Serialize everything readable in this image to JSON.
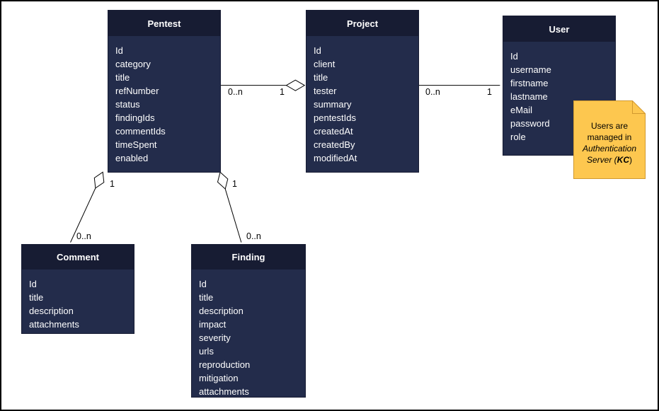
{
  "diagram": {
    "type": "entity-relationship-diagram",
    "colors": {
      "entity_header_bg": "#171c33",
      "entity_body_bg": "#232c4b",
      "entity_text": "#ffffff",
      "note_bg": "#fdc74f",
      "note_border": "#d1992f",
      "connector": "#000000",
      "canvas_bg": "#ffffff",
      "canvas_border": "#000000"
    },
    "entities": [
      {
        "name": "Pentest",
        "fields": [
          "Id",
          "category",
          "title",
          "refNumber",
          "status",
          "findingIds",
          "commentIds",
          "timeSpent",
          "enabled"
        ]
      },
      {
        "name": "Project",
        "fields": [
          "Id",
          "client",
          "title",
          "tester",
          "summary",
          "pentestIds",
          "createdAt",
          "createdBy",
          "modifiedAt"
        ]
      },
      {
        "name": "User",
        "fields": [
          "Id",
          "username",
          "firstname",
          "lastname",
          "eMail",
          "password",
          "role"
        ]
      },
      {
        "name": "Comment",
        "fields": [
          "Id",
          "title",
          "description",
          "attachments"
        ]
      },
      {
        "name": "Finding",
        "fields": [
          "Id",
          "title",
          "description",
          "impact",
          "severity",
          "urls",
          "reproduction",
          "mitigation",
          "attachments"
        ]
      }
    ],
    "relationships": [
      {
        "source": "Pentest",
        "target": "Project",
        "source_cardinality": "0..n",
        "target_cardinality": "1",
        "diamond": "aggregation-at-project"
      },
      {
        "source": "Project",
        "target": "User",
        "source_cardinality": "0..n",
        "target_cardinality": "1",
        "diamond": "none"
      },
      {
        "source": "Comment",
        "target": "Pentest",
        "source_cardinality": "0..n",
        "target_cardinality": "1",
        "diamond": "aggregation-at-pentest"
      },
      {
        "source": "Finding",
        "target": "Pentest",
        "source_cardinality": "0..n",
        "target_cardinality": "1",
        "diamond": "aggregation-at-pentest"
      }
    ],
    "note": {
      "line1": "Users are",
      "line2": "managed in",
      "line3": "Authentication",
      "line4_italic": "Server (",
      "line4_bold": "KC",
      "line4_end": ")"
    }
  }
}
